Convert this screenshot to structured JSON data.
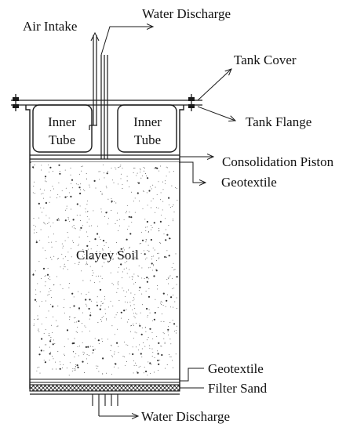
{
  "labels": {
    "air_intake": "Air Intake",
    "water_discharge_top": "Water Discharge",
    "tank_cover": "Tank Cover",
    "tank_flange": "Tank Flange",
    "inner_tube_left_line1": "Inner",
    "inner_tube_left_line2": "Tube",
    "inner_tube_right_line1": "Inner",
    "inner_tube_right_line2": "Tube",
    "consolidation_piston": "Consolidation Piston",
    "geotextile_top": "Geotextile",
    "clayey_soil": "Clayey Soil",
    "geotextile_bottom": "Geotextile",
    "filter_sand": "Filter Sand",
    "water_discharge_bottom": "Water Discharge"
  },
  "colors": {
    "line": "#1a1a1a",
    "speckle": "#333333",
    "background": "#ffffff"
  },
  "icons": {
    "bolts": "hex-bolt-icon",
    "arrows": "open-arrowhead-icon",
    "filter_sand": "crosshatch-pattern"
  }
}
